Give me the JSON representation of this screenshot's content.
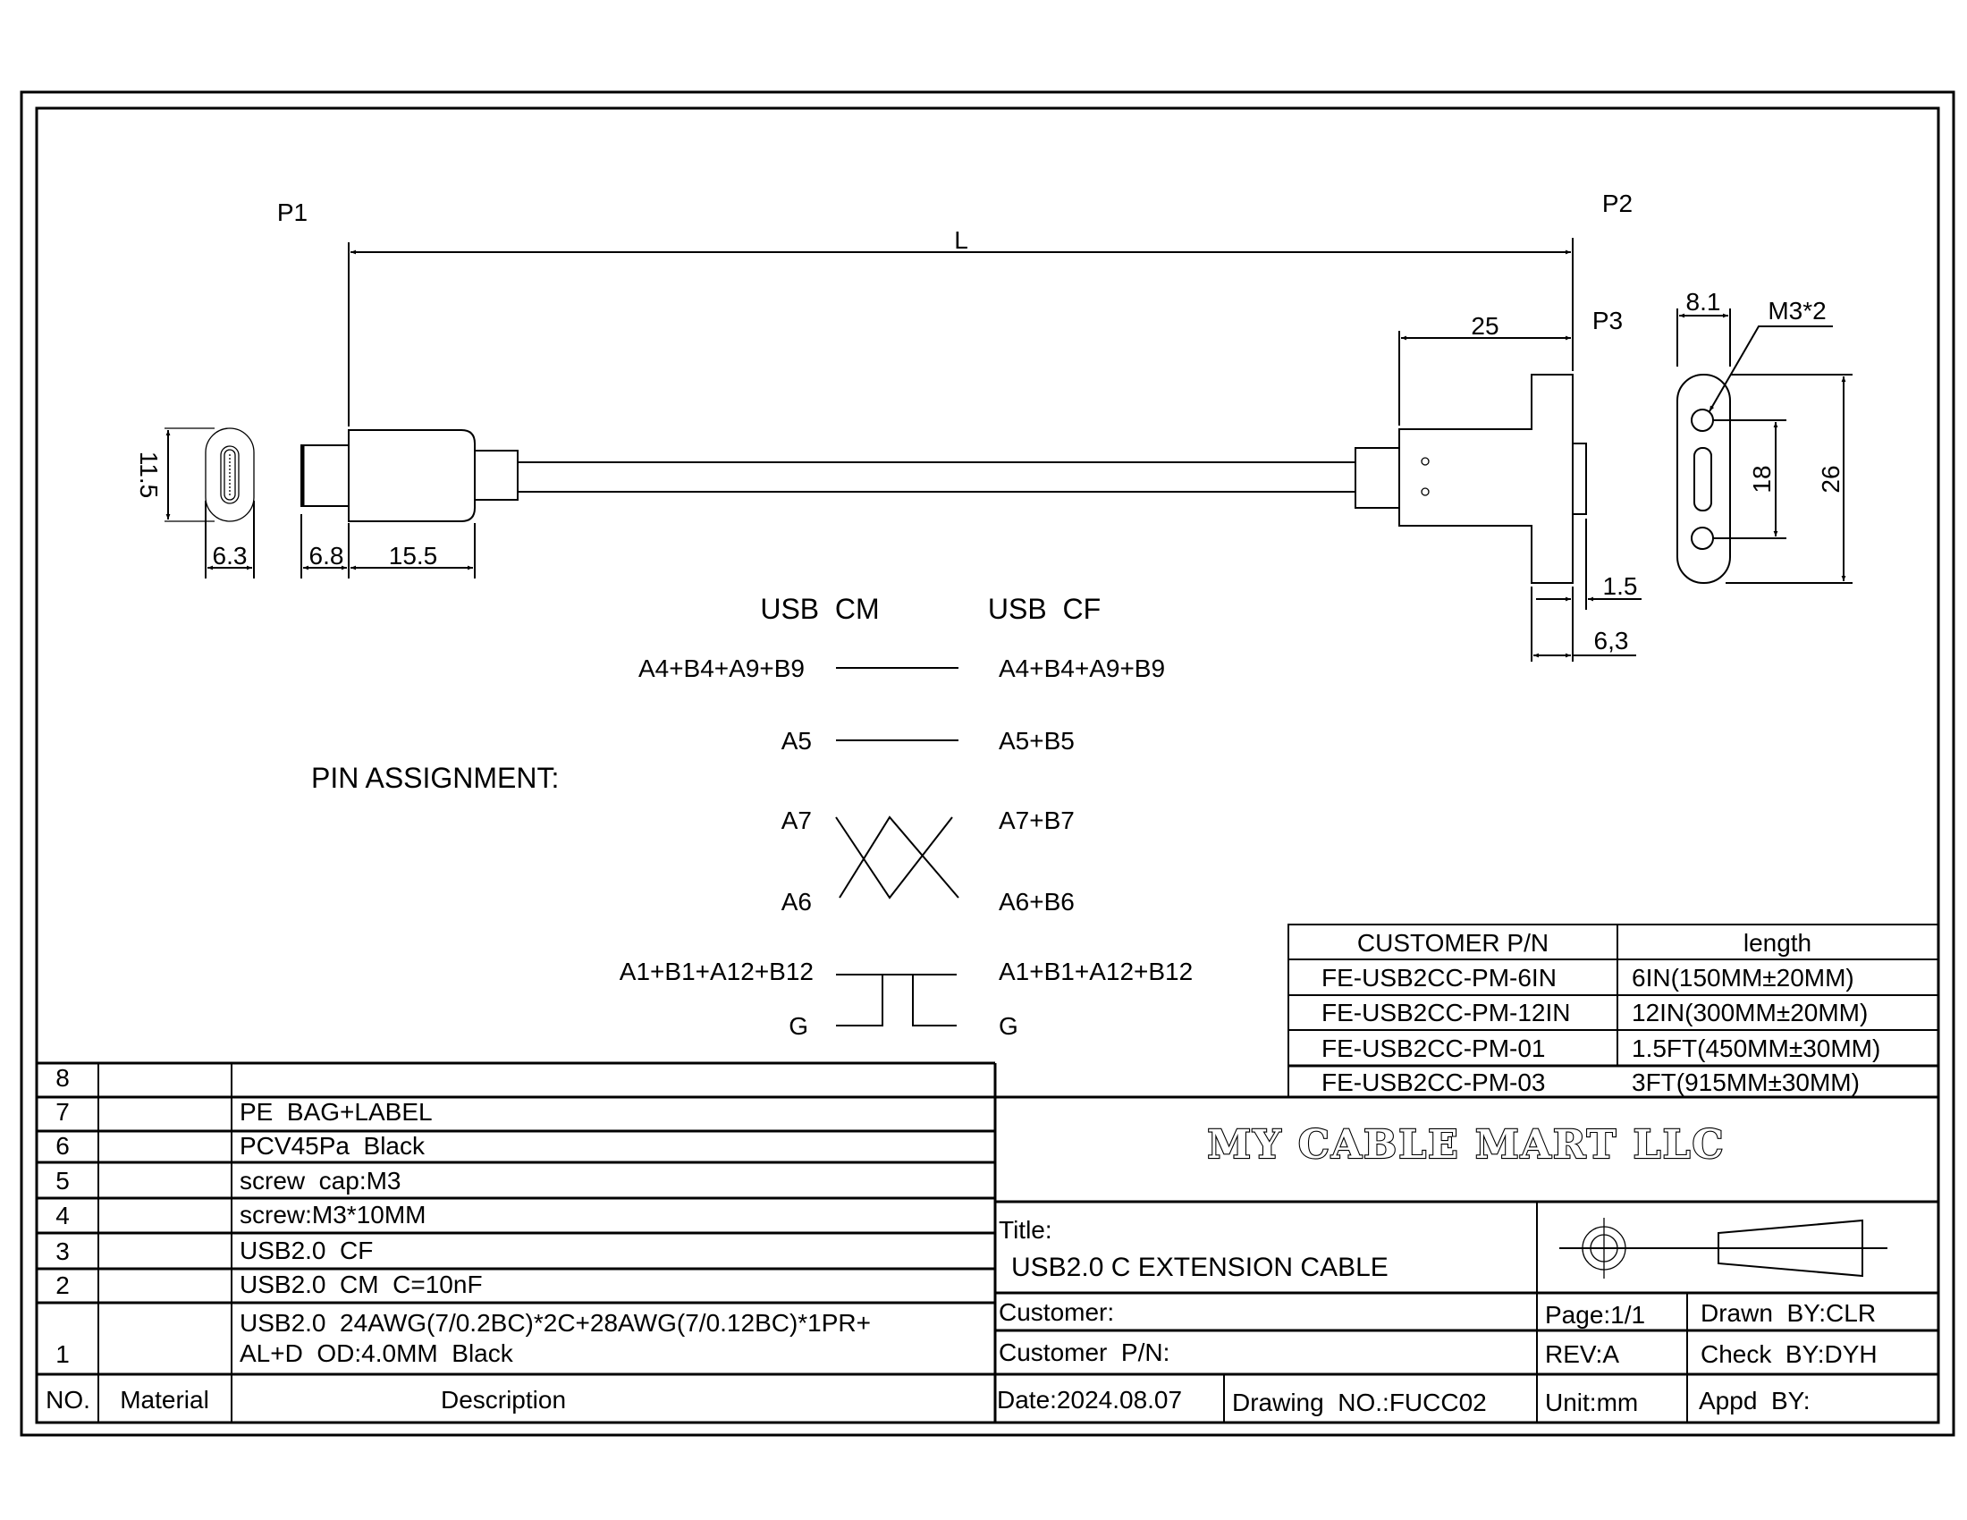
{
  "drawing": {
    "labels": {
      "p1": "P1",
      "p2": "P2",
      "p3": "P3",
      "length": "L"
    },
    "dimensions": {
      "plug_height": "11.5",
      "plug_width": "6.3",
      "tip_length": "6.8",
      "overmold_length": "15.5",
      "receptacle_length": "25",
      "flange_thickness": "1.5",
      "flange_depth": "6,3",
      "face_width": "8.1",
      "screw": "M3*2",
      "hole_pitch": "18",
      "face_height": "26"
    }
  },
  "pin_assignment": {
    "title": "PIN ASSIGNMENT:",
    "left_header": "USB  CM",
    "right_header": "USB  CF",
    "rows": [
      {
        "left": "A4+B4+A9+B9",
        "right": "A4+B4+A9+B9"
      },
      {
        "left": "A5",
        "right": "A5+B5"
      },
      {
        "left": "A7",
        "right": "A7+B7"
      },
      {
        "left": "A6",
        "right": "A6+B6"
      },
      {
        "left": "A1+B1+A12+B12",
        "right": "A1+B1+A12+B12"
      },
      {
        "left": "G",
        "right": "G"
      }
    ]
  },
  "customer_table": {
    "headers": [
      "CUSTOMER P/N",
      "length"
    ],
    "rows": [
      [
        "FE-USB2CC-PM-6IN",
        "6IN(150MM±20MM)"
      ],
      [
        "FE-USB2CC-PM-12IN",
        "12IN(300MM±20MM)"
      ],
      [
        "FE-USB2CC-PM-01",
        "1.5FT(450MM±30MM)"
      ],
      [
        "FE-USB2CC-PM-03",
        "3FT(915MM±30MM)"
      ]
    ]
  },
  "bom": {
    "headers": {
      "no": "NO.",
      "material": "Material",
      "description": "Description"
    },
    "rows": [
      {
        "no": "8",
        "material": "",
        "description": ""
      },
      {
        "no": "7",
        "material": "",
        "description": "PE  BAG+LABEL"
      },
      {
        "no": "6",
        "material": "",
        "description": "PCV45Pa  Black"
      },
      {
        "no": "5",
        "material": "",
        "description": "screw  cap:M3"
      },
      {
        "no": "4",
        "material": "",
        "description": "screw:M3*10MM"
      },
      {
        "no": "3",
        "material": "",
        "description": "USB2.0  CF"
      },
      {
        "no": "2",
        "material": "",
        "description": "USB2.0  CM  C=10nF"
      },
      {
        "no": "1",
        "material": "",
        "description": "USB2.0  24AWG(7/0.2BC)*2C+28AWG(7/0.12BC)*1PR+",
        "description_line2": "AL+D  OD:4.0MM  Black"
      }
    ]
  },
  "title_block": {
    "company": "MY CABLE MART LLC",
    "title_label": "Title:",
    "title": "USB2.0 C EXTENSION CABLE",
    "customer": "Customer:",
    "customer_pn": "Customer  P/N:",
    "date": "Date:2024.08.07",
    "drawing_no": "Drawing  NO.:FUCC02",
    "page": "Page:1/1",
    "rev": "REV:A",
    "unit": "Unit:mm",
    "drawn_by": "Drawn  BY:CLR",
    "check_by": "Check  BY:DYH",
    "appd_by": "Appd  BY:"
  }
}
